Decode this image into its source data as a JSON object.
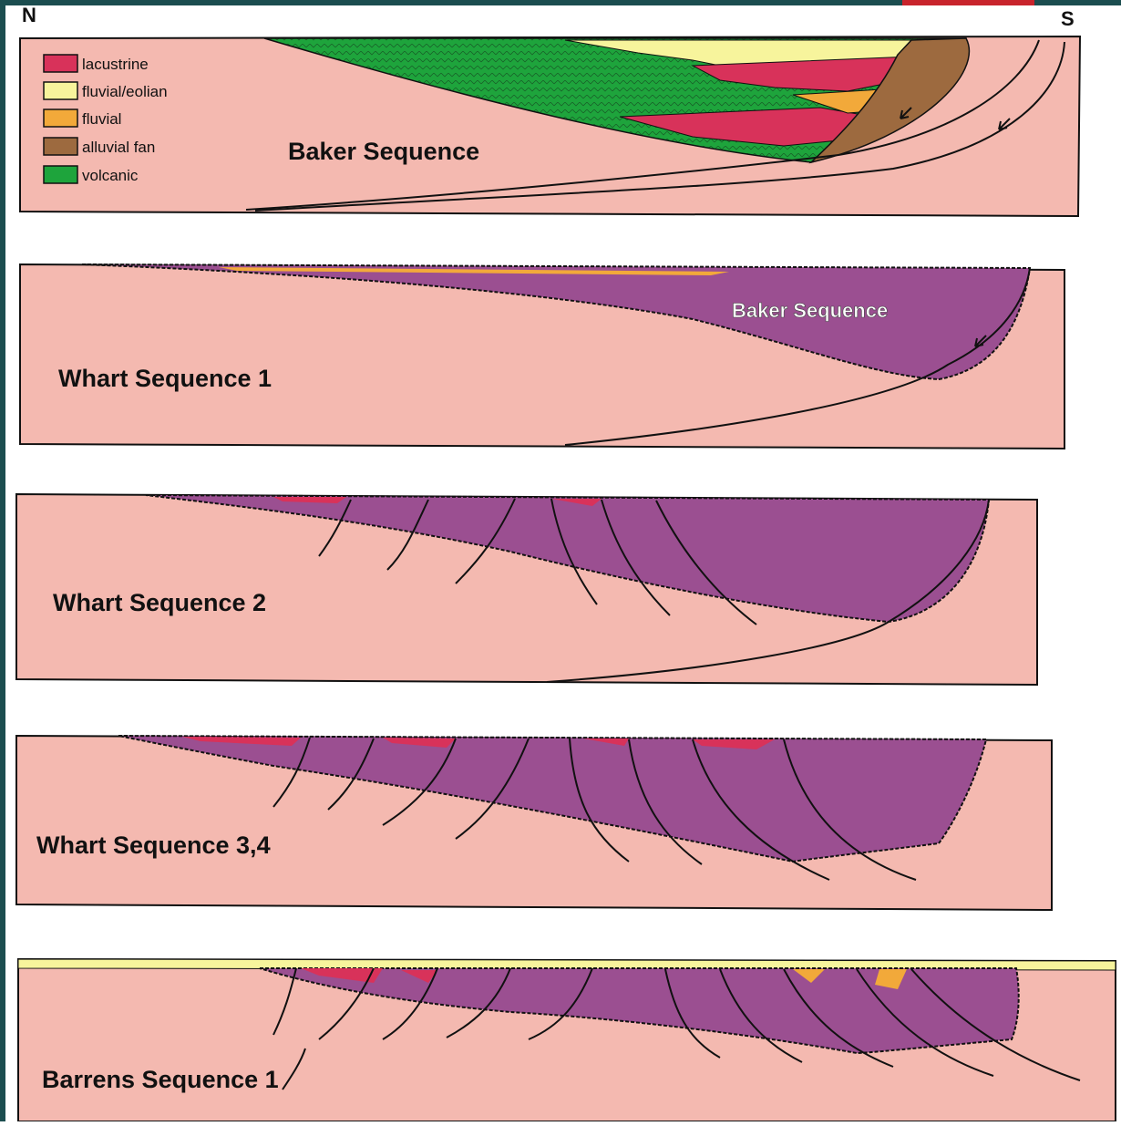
{
  "compass": {
    "north": "N",
    "south": "S"
  },
  "legend": [
    {
      "label": "lacustrine",
      "color": "#d8325a"
    },
    {
      "label": "fluvial/eolian",
      "color": "#f7f49c"
    },
    {
      "label": "fluvial",
      "color": "#f2a93a"
    },
    {
      "label": "alluvial fan",
      "color": "#9d6a3f"
    },
    {
      "label": "volcanic",
      "color": "#1ea43c"
    }
  ],
  "panels": [
    {
      "title": "Baker Sequence"
    },
    {
      "title": "Whart Sequence 1",
      "inner_label": "Baker Sequence"
    },
    {
      "title": "Whart Sequence 2"
    },
    {
      "title": "Whart Sequence 3,4"
    },
    {
      "title": "Barrens Sequence 1"
    }
  ],
  "colors": {
    "basement": "#f4b9b0",
    "sequence_fill": "#9b4f91",
    "frame": "#1b4d4f",
    "outline": "#111111"
  }
}
